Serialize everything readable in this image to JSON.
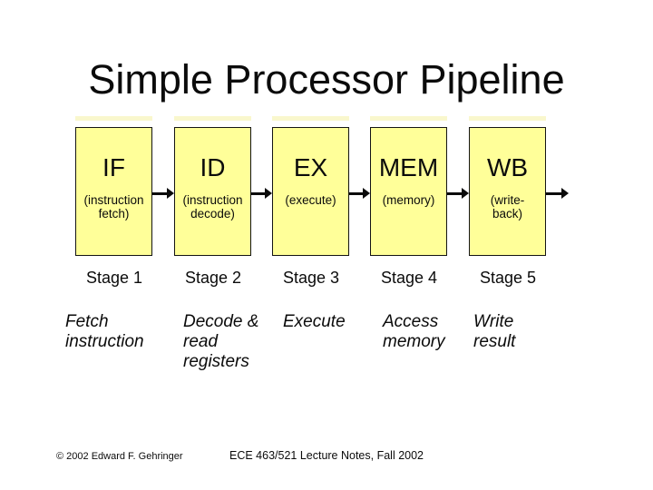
{
  "slide": {
    "title": "Simple Processor Pipeline",
    "stages": [
      {
        "abbr": "IF",
        "expansion": "(instruction\nfetch)",
        "stage_label": "Stage 1",
        "description": "Fetch\ninstruction"
      },
      {
        "abbr": "ID",
        "expansion": "(instruction\ndecode)",
        "stage_label": "Stage 2",
        "description": "Decode &\nread\nregisters"
      },
      {
        "abbr": "EX",
        "expansion": "(execute)",
        "stage_label": "Stage 3",
        "description": "Execute"
      },
      {
        "abbr": "MEM",
        "expansion": "(memory)",
        "stage_label": "Stage 4",
        "description": "Access\nmemory"
      },
      {
        "abbr": "WB",
        "expansion": "(write-\nback)",
        "stage_label": "Stage 5",
        "description": "Write\nresult"
      }
    ],
    "footer": {
      "copyright": "© 2002 Edward F. Gehringer",
      "course": "ECE 463/521 Lecture Notes, Fall 2002"
    },
    "colors": {
      "box_fill": "#ffff99",
      "box_border": "#141414",
      "text": "#0b0b0b",
      "background": "#ffffff"
    }
  }
}
